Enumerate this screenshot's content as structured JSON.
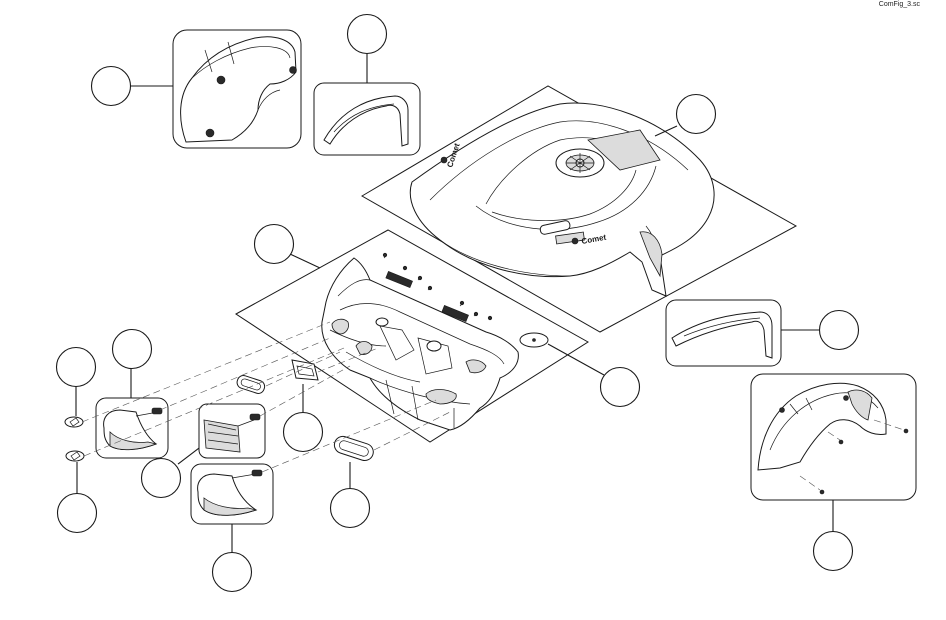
{
  "file_label": "ComFig_3.sc",
  "brand_mark": "Comet",
  "colors": {
    "line": "#1a1a1a",
    "background": "#ffffff",
    "fill_grey": "#dcdcdc"
  },
  "callouts": [
    {
      "id": "callout-upper-left-cover",
      "label": ""
    },
    {
      "id": "callout-small-trim",
      "label": ""
    },
    {
      "id": "callout-top-body-cover",
      "label": ""
    },
    {
      "id": "callout-rear-frame",
      "label": ""
    },
    {
      "id": "callout-side-trim",
      "label": ""
    },
    {
      "id": "callout-oval-plug",
      "label": ""
    },
    {
      "id": "callout-right-wheel-arch",
      "label": ""
    },
    {
      "id": "callout-lamp-left",
      "label": ""
    },
    {
      "id": "callout-clip-top",
      "label": ""
    },
    {
      "id": "callout-clip-bottom",
      "label": ""
    },
    {
      "id": "callout-center-lamp",
      "label": ""
    },
    {
      "id": "callout-grommet-small",
      "label": ""
    },
    {
      "id": "callout-lamp-right",
      "label": ""
    },
    {
      "id": "callout-oval-grommet",
      "label": ""
    }
  ]
}
